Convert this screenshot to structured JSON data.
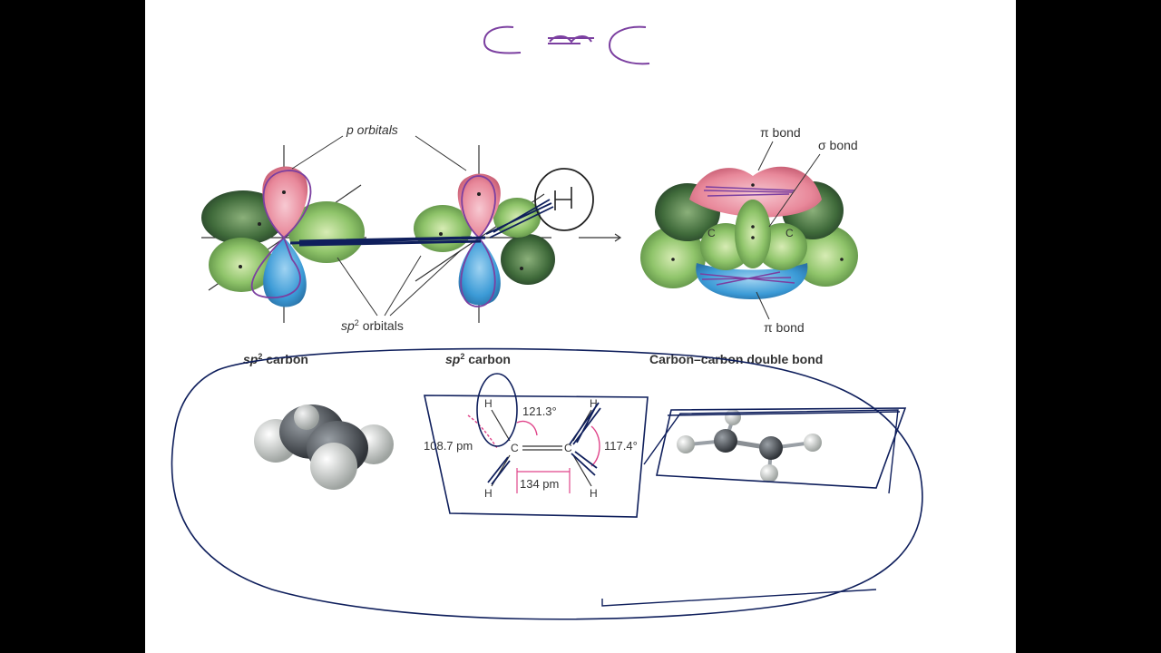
{
  "labels": {
    "p_orbitals": "p orbitals",
    "sp2_orbitals": "sp",
    "sp2_orbitals_sup": "2",
    "sp2_orbitals_suffix": " orbitals",
    "pi_bond_top": "π bond",
    "sigma_bond": "σ bond",
    "pi_bond_bottom": "π bond",
    "atom_c": "C",
    "atom_h": "H"
  },
  "captions": {
    "sp2_carbon_left": "sp",
    "sp2_carbon_left_sup": "2",
    "sp2_carbon_left_suffix": " carbon",
    "sp2_carbon_mid": "sp",
    "sp2_carbon_mid_sup": "2",
    "sp2_carbon_mid_suffix": " carbon",
    "double_bond": "Carbon–carbon double bond"
  },
  "measurements": {
    "angle_hcc": "121.3°",
    "ch_length": "108.7 pm",
    "angle_hch": "117.4°",
    "cc_length": "134 pm"
  },
  "colors": {
    "green": "#8fc46a",
    "dark_green": "#3b5e36",
    "pink": "#e8889a",
    "blue": "#3b9ad6",
    "ink_purple": "#7b3fa0",
    "ink_navy": "#0f1f5c",
    "dim_pink": "#e0458a"
  }
}
